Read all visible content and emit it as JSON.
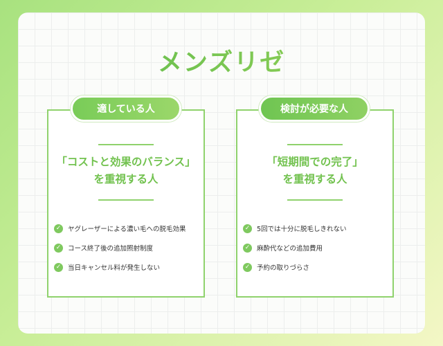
{
  "title": "メンズリゼ",
  "cards": [
    {
      "badge": "適している人",
      "headline_line1": "「コストと効果のバランス」",
      "headline_line2": "を重視する人",
      "items": [
        "ヤグレーザーによる濃い毛への脱毛効果",
        "コース終了後の追加照射制度",
        "当日キャンセル料が発生しない"
      ]
    },
    {
      "badge": "検討が必要な人",
      "headline_line1": "「短期間での完了」",
      "headline_line2": "を重視する人",
      "items": [
        "5回では十分に脱毛しきれない",
        "麻酔代などの追加費用",
        "予約の取りづらさ"
      ]
    }
  ],
  "icons": {
    "check": "check-circle-icon"
  },
  "colors": {
    "accent": "#7fc95f",
    "border": "#8fd26c",
    "text": "#333333"
  }
}
